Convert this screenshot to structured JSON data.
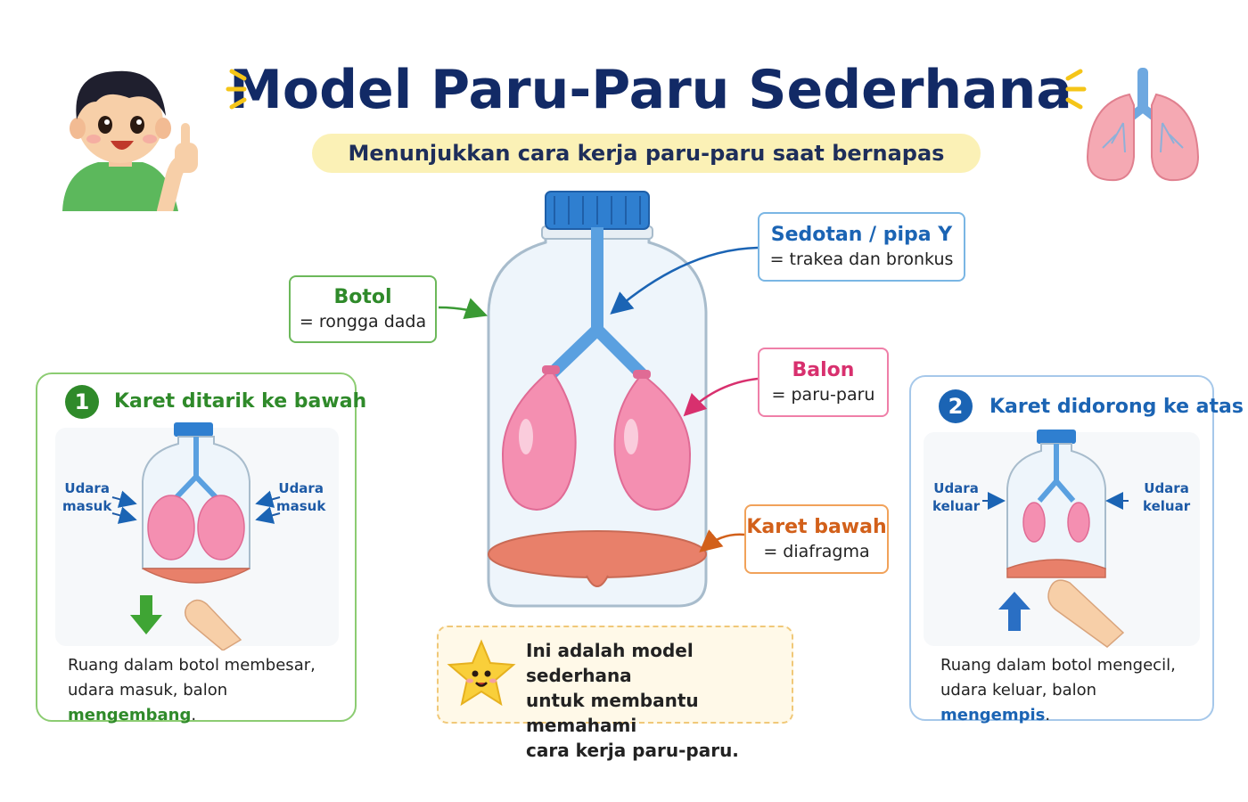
{
  "title": "Model Paru-Paru Sederhana",
  "subtitle": "Menunjukkan cara kerja paru-paru saat bernapas",
  "labels": {
    "botol": {
      "title": "Botol",
      "desc": "= rongga dada"
    },
    "sedotan": {
      "title": "Sedotan / pipa Y",
      "desc": "= trakea dan bronkus"
    },
    "balon": {
      "title": "Balon",
      "desc": "= paru-paru"
    },
    "karet": {
      "title": "Karet bawah",
      "desc": "= diafragma"
    }
  },
  "step1": {
    "number": "1",
    "title": "Karet ditarik ke bawah",
    "air_left": [
      "Udara",
      "masuk"
    ],
    "air_right": [
      "Udara",
      "masuk"
    ],
    "desc_line1": "Ruang dalam botol membesar,",
    "desc_line2_prefix": "udara masuk, balon ",
    "desc_highlight": "mengembang",
    "desc_suffix": "."
  },
  "step2": {
    "number": "2",
    "title": "Karet didorong ke atas",
    "air_left": [
      "Udara",
      "keluar"
    ],
    "air_right": [
      "Udara",
      "keluar"
    ],
    "desc_line1": "Ruang dalam botol mengecil,",
    "desc_line2_prefix": "udara keluar, balon ",
    "desc_highlight": "mengempis",
    "desc_suffix": "."
  },
  "note": {
    "line1": "Ini adalah model sederhana",
    "line2": "untuk membantu memahami",
    "line3": "cara kerja paru-paru."
  },
  "colors": {
    "title": "#122a66",
    "green": "#2f8a2a",
    "blue": "#1b64b4",
    "pink": "#d8306e",
    "orange": "#d2601a",
    "balloon": "#f48fb1",
    "membrane": "#e8806a",
    "cap": "#2f7fd0"
  },
  "icons": [
    "boy-pointing-icon",
    "lungs-icon",
    "star-mascot-icon",
    "arrow-down-icon",
    "arrow-up-icon",
    "hand-icon"
  ]
}
